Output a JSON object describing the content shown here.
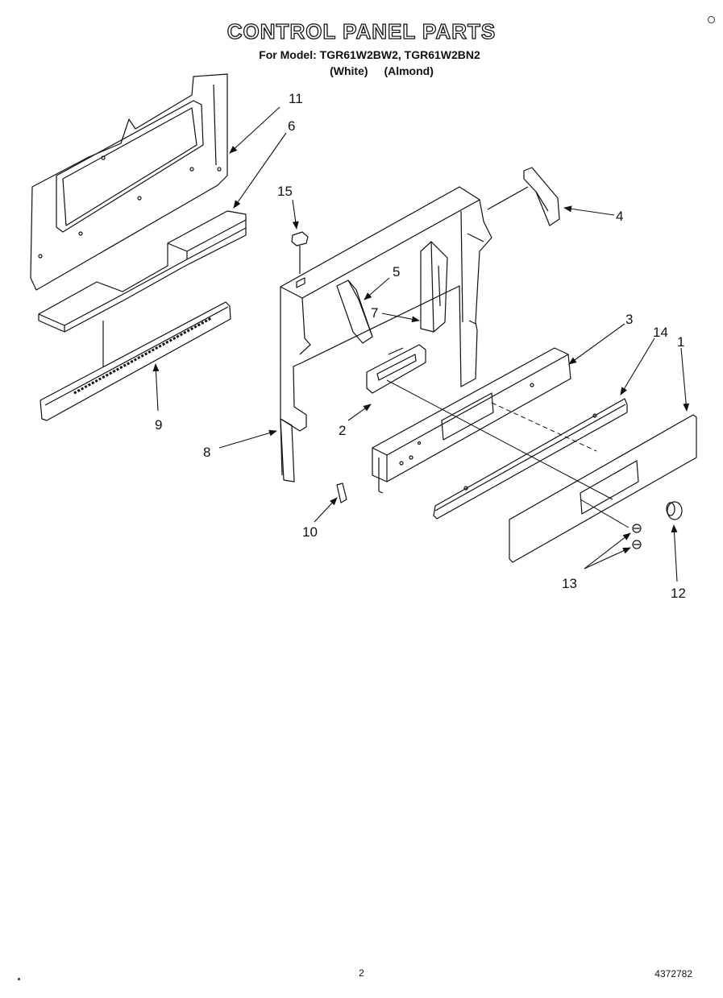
{
  "header": {
    "title": "CONTROL PANEL PARTS",
    "model_line": "For Model: TGR61W2BW2, TGR61W2BN2",
    "color_white": "(White)",
    "color_almond": "(Almond)"
  },
  "callouts": [
    "1",
    "2",
    "3",
    "4",
    "5",
    "6",
    "7",
    "8",
    "9",
    "10",
    "11",
    "12",
    "13",
    "14",
    "15"
  ],
  "footer": {
    "page_number": "2",
    "doc_number": "4372782"
  }
}
